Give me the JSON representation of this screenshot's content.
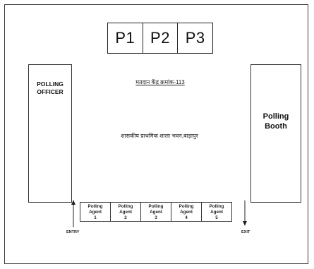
{
  "polling_stations": [
    "P1",
    "P2",
    "P3"
  ],
  "officer": {
    "label": "POLLING OFFICER"
  },
  "booth": {
    "label": "Polling Booth"
  },
  "center": {
    "title": "मतदान केंद्र क्रमांक-113",
    "subtitle": "शासकीय प्राथमिक शाला भवन,बाड़ापुर"
  },
  "agents": [
    {
      "line1": "Polling",
      "line2": "Agent",
      "number": "1"
    },
    {
      "line1": "Polling",
      "line2": "Agent",
      "number": "2"
    },
    {
      "line1": "Polling",
      "line2": "Agent",
      "number": "3"
    },
    {
      "line1": "Polling",
      "line2": "Agent",
      "number": "4"
    },
    {
      "line1": "Polling",
      "line2": "Agent",
      "number": "5"
    }
  ],
  "entry": {
    "label": "ENTRY"
  },
  "exit": {
    "label": "EXIT"
  }
}
